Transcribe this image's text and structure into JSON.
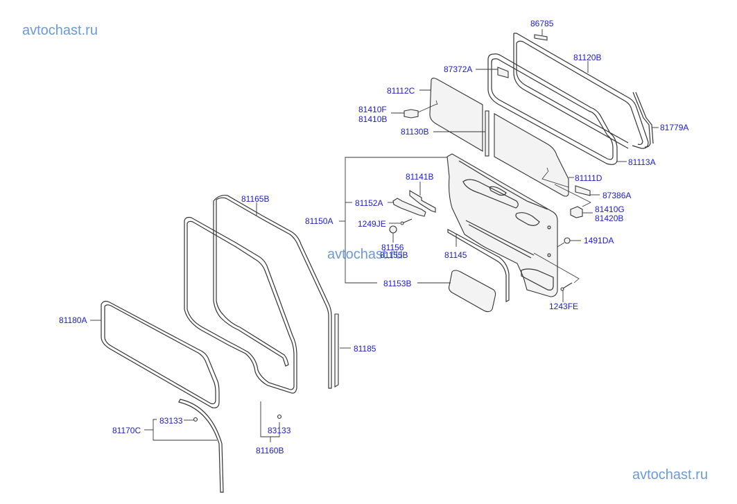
{
  "watermarks": {
    "top_left": "avtochast.ru",
    "center": "avtochast.ru",
    "bottom_right": "avtochast.ru"
  },
  "colors": {
    "label": "#1a1ad0",
    "watermark": "#5b8fd6",
    "line": "#333333"
  },
  "labels": {
    "p86785": "86785",
    "p81120B": "81120B",
    "p87372A": "87372A",
    "p81112C": "81112C",
    "p81410F": "81410F",
    "p81410B": "81410B",
    "p81130B": "81130B",
    "p81779A": "81779A",
    "p81113A": "81113A",
    "p81111D": "81111D",
    "p87386A": "87386A",
    "p81410G": "81410G",
    "p81420B": "81420B",
    "p81141B": "81141B",
    "p81152A": "81152A",
    "p81150A": "81150A",
    "p1249JE": "1249JE",
    "p81156": "81156",
    "p81155B": "81155B",
    "p81145": "81145",
    "p1491DA": "1491DA",
    "p81153B": "81153B",
    "p1243FE": "1243FE",
    "p81165B": "81165B",
    "p81180A": "81180A",
    "p81185": "81185",
    "p83133_left": "83133",
    "p81170C": "81170C",
    "p83133_right": "83133",
    "p81160B": "81160B"
  }
}
